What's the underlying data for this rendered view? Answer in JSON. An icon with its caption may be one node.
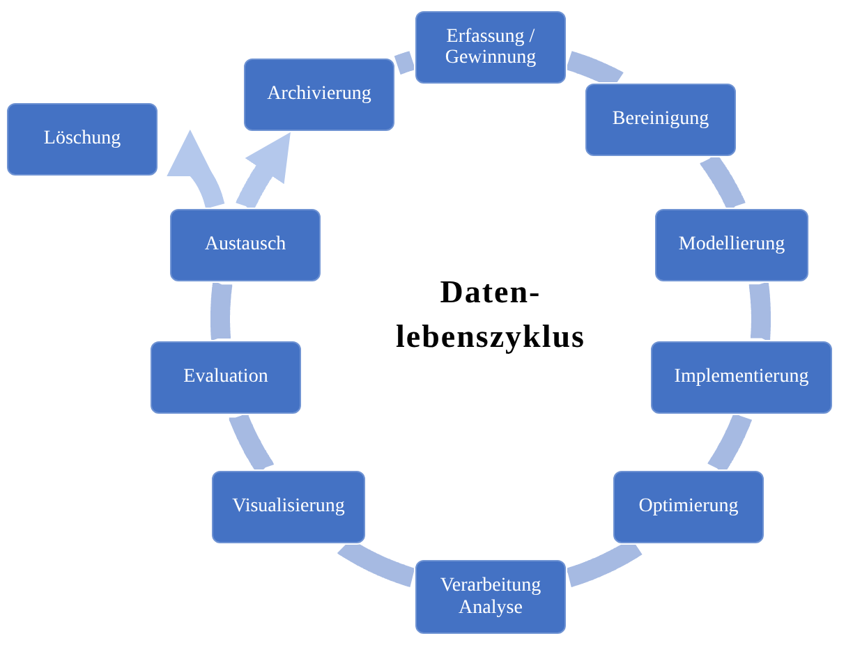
{
  "diagram": {
    "title": "Daten- lebenszyklus",
    "nodes": [
      {
        "text": [
          "Erfassung / Gewinnung"
        ]
      },
      {
        "text": [
          "Bereinigung"
        ]
      },
      {
        "text": [
          "Modellierung"
        ]
      },
      {
        "text": [
          "Implementierung"
        ]
      },
      {
        "text": [
          "Optimierung"
        ]
      },
      {
        "text": [
          "Verarbeitung Analyse"
        ]
      },
      {
        "text": [
          "Visualisierung"
        ]
      },
      {
        "text": [
          "Evaluation"
        ]
      },
      {
        "text": [
          "Austausch"
        ]
      },
      {
        "text": [
          "Archivierung"
        ]
      },
      {
        "text": [
          "Löschung"
        ]
      }
    ],
    "edges": [
      {
        "from": 9,
        "to": 0,
        "arrow": "none"
      },
      {
        "from": 0,
        "to": 1,
        "arrow": "none"
      },
      {
        "from": 1,
        "to": 2,
        "arrow": "none"
      },
      {
        "from": 2,
        "to": 3,
        "arrow": "none"
      },
      {
        "from": 3,
        "to": 4,
        "arrow": "none"
      },
      {
        "from": 4,
        "to": 5,
        "arrow": "none"
      },
      {
        "from": 5,
        "to": 6,
        "arrow": "none"
      },
      {
        "from": 6,
        "to": 7,
        "arrow": "none"
      },
      {
        "from": 7,
        "to": 8,
        "arrow": "none"
      },
      {
        "from": 8,
        "to": 9,
        "arrow": "to"
      },
      {
        "from": 8,
        "to": 10,
        "arrow": "to"
      }
    ]
  }
}
